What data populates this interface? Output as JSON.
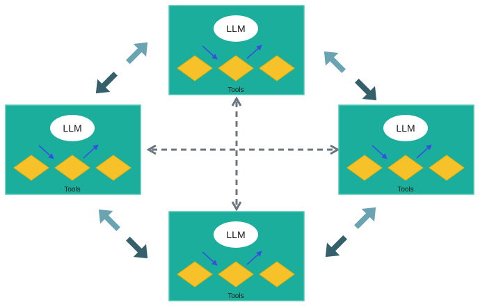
{
  "diagram": {
    "agent_label": "LLM",
    "tools_label": "Tools",
    "nodes": [
      {
        "id": "top"
      },
      {
        "id": "left"
      },
      {
        "id": "right"
      },
      {
        "id": "bottom"
      }
    ]
  },
  "colors": {
    "box_fill": "#1cae9c",
    "box_border": "#4fc7b5",
    "ellipse_fill": "#ffffff",
    "diamond_fill": "#f7c12a",
    "diamond_stroke": "#f0b000",
    "small_arrow": "#3550e0",
    "arrow_light": "#6aa3b2",
    "arrow_dark": "#355f6a",
    "dashed": "#6b7580"
  }
}
